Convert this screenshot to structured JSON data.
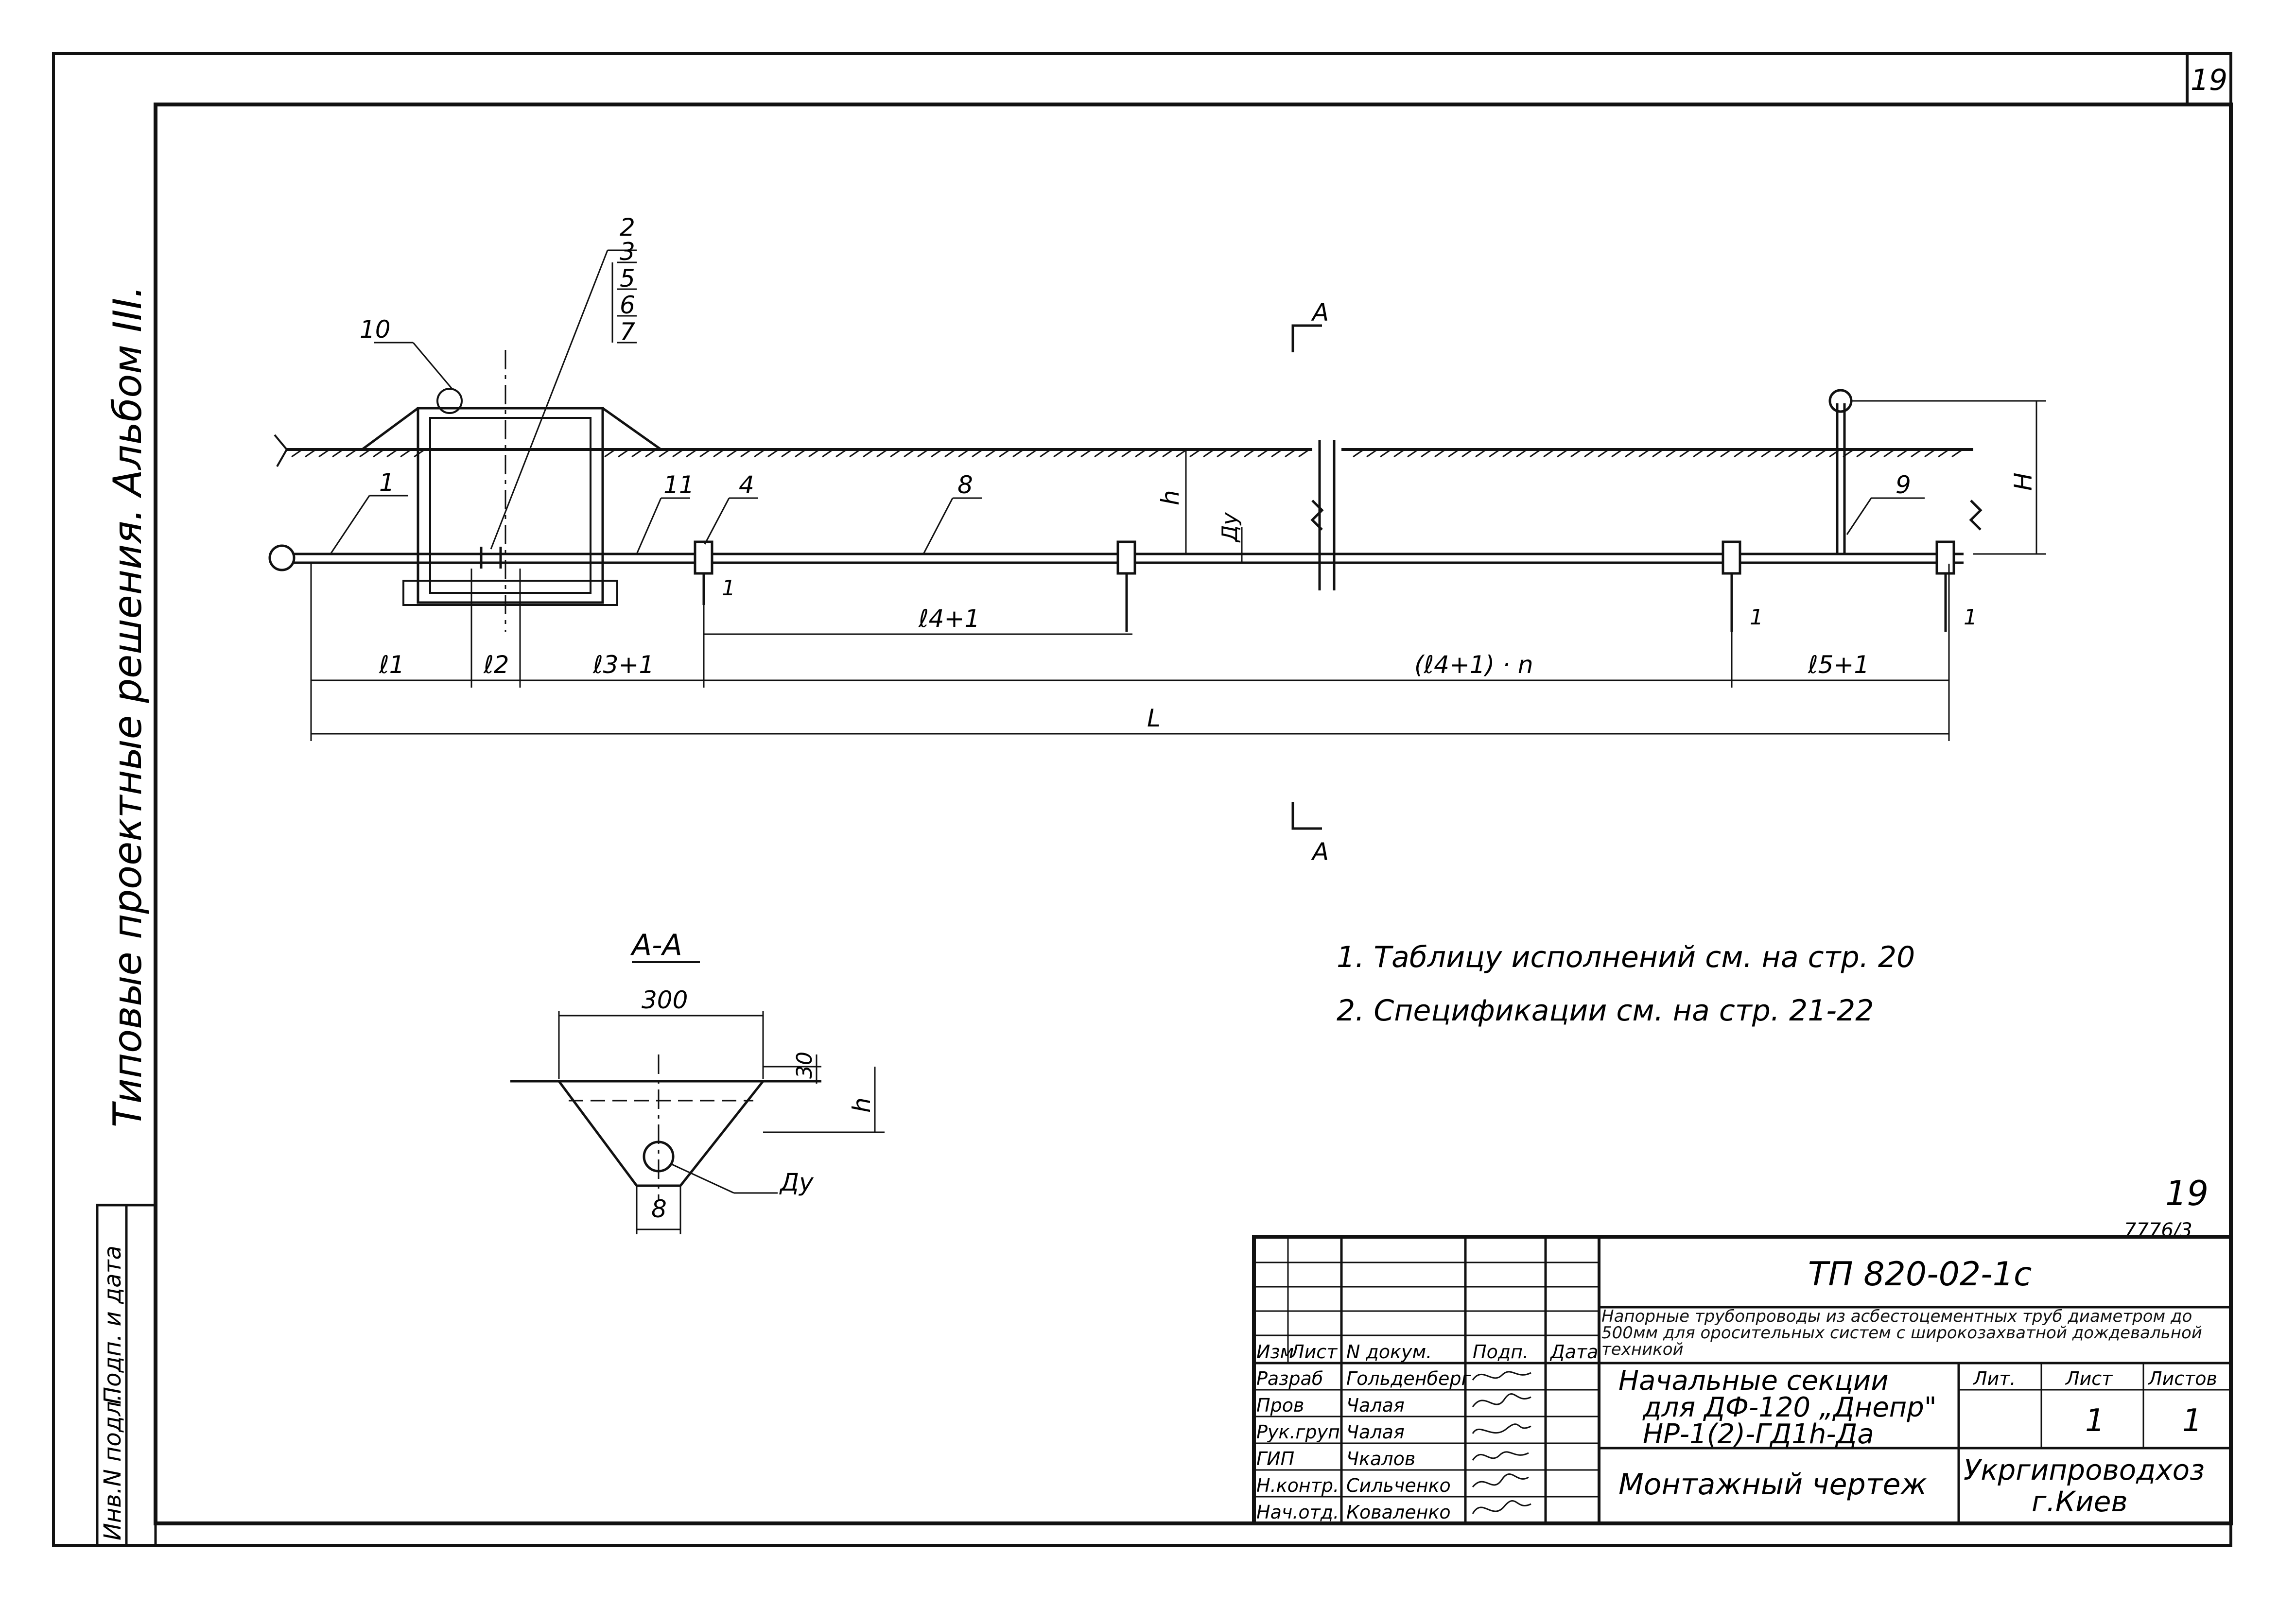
{
  "sheet": {
    "page_number": "19",
    "side_title": "Типовые проектные решения.   Альбом III.",
    "stamp_code": "7776/3",
    "stamp_mark": "19"
  },
  "plan": {
    "section_marker": "A",
    "section_marker_bottom": "A",
    "callouts": {
      "c1": "1",
      "c2": "2",
      "c3": "3",
      "c5": "5",
      "c6": "6",
      "c7": "7",
      "c4": "4",
      "c8": "8",
      "c9": "9",
      "c10": "10",
      "c11": "11"
    },
    "vertical_labels": {
      "h": "h",
      "du": "Ду",
      "H": "H"
    },
    "small_dims": {
      "d1a": "1",
      "d1b": "1",
      "d1c": "1"
    },
    "dimensions": {
      "l1": "ℓ1",
      "l2": "ℓ2",
      "l3": "ℓ3+1",
      "l4": "ℓ4+1",
      "l4n": "(ℓ4+1) · n",
      "l5": "ℓ5+1",
      "L": "L"
    }
  },
  "section": {
    "title": "A-A",
    "width": "300",
    "depth_top": "30",
    "depth": "h",
    "bottom": "8",
    "pipe": "Ду"
  },
  "notes": [
    "1. Таблицу исполнений см. на стр. 20",
    "2. Спецификации см. на стр. 21-22"
  ],
  "title_block": {
    "doc_code": "ТП 820-02-1с",
    "project_name": "Напорные трубопроводы из асбестоцементных труб диаметром до 500мм для оросительных систем с широкозахватной дождевальной техникой",
    "header": [
      "Изм",
      "Лист",
      "N докум.",
      "Подп.",
      "Дата"
    ],
    "staff": [
      {
        "role": "Разраб",
        "name": "Гольденберг"
      },
      {
        "role": "Пров",
        "name": "Чалая"
      },
      {
        "role": "Рук.груп",
        "name": "Чалая"
      },
      {
        "role": "ГИП",
        "name": "Чкалов"
      },
      {
        "role": "Н.контр.",
        "name": "Сильченко"
      },
      {
        "role": "Нач.отд.",
        "name": "Коваленко"
      }
    ],
    "sheet_title": "Начальные секции для ДФ-120 „Днепр\" НР-1(2)-ГД1h-Да",
    "sheet_title_lines": [
      "Начальные секции",
      "для ДФ-120 „Днепр\"",
      "НР-1(2)-ГД1h-Да"
    ],
    "lit_label": "Лит.",
    "sheet_label": "Лист",
    "sheets_label": "Листов",
    "sheet_value": "1",
    "sheets_value": "1",
    "drawing_type": "Монтажный чертеж",
    "org": "Укргипроводхоз",
    "city": "г.Киев"
  },
  "left_strip": [
    "Инв.N подл.",
    "Подп. и дата"
  ]
}
